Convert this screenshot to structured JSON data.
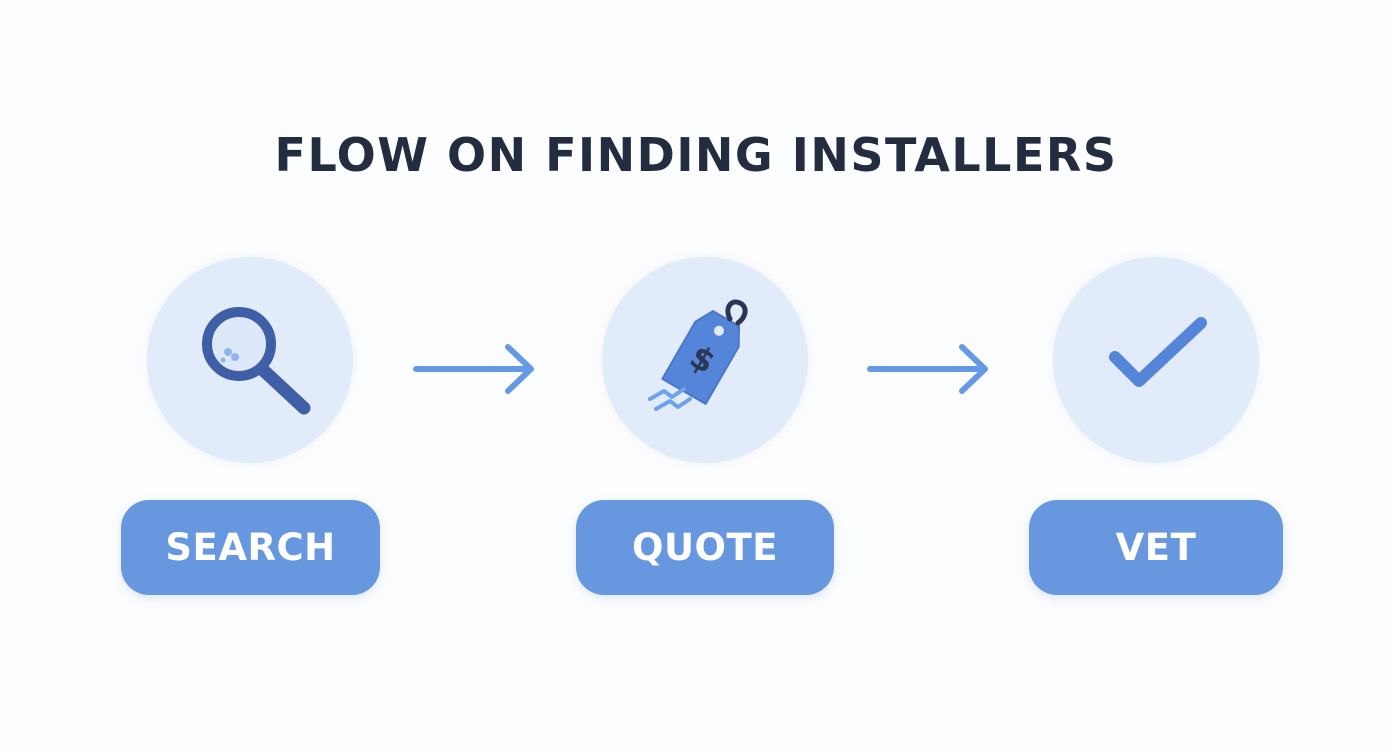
{
  "title": "FLOW ON FINDING INSTALLERS",
  "steps": [
    {
      "label": "SEARCH",
      "icon": "magnifying-glass-icon"
    },
    {
      "label": "QUOTE",
      "icon": "price-tag-icon"
    },
    {
      "label": "VET",
      "icon": "checkmark-icon"
    }
  ],
  "colors": {
    "title": "#232d3f",
    "circle_background": "#e1ebfa",
    "pill_background": "#6697df",
    "icon_dark": "#3e5ea6",
    "icon_medium": "#5585d8",
    "arrow": "#6699e3"
  }
}
